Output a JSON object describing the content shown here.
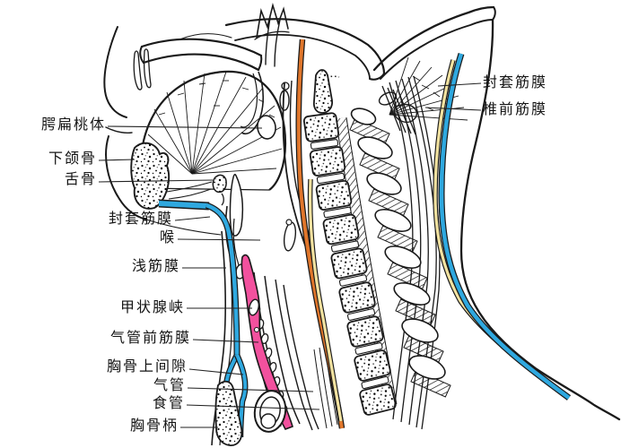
{
  "colors": {
    "fascia_blue": "#2FA8DF",
    "fascia_orange": "#E0762B",
    "fascia_yellow": "#F2E2A0",
    "thyroid_pink": "#F2519E",
    "line_black": "#1A1A1A",
    "paper": "#FFFFFF"
  },
  "labels": {
    "left": [
      {
        "id": "palatine-tonsil",
        "text": "腭扁桃体"
      },
      {
        "id": "mandible",
        "text": "下颌骨"
      },
      {
        "id": "hyoid-bone",
        "text": "舌骨"
      },
      {
        "id": "investing-fascia",
        "text": "封套筋膜"
      },
      {
        "id": "larynx",
        "text": "喉"
      },
      {
        "id": "superficial-fascia",
        "text": "浅筋膜"
      },
      {
        "id": "thyroid-isthmus",
        "text": "甲状腺峡"
      },
      {
        "id": "pretracheal-fascia",
        "text": "气管前筋膜"
      },
      {
        "id": "suprasternal-space",
        "text": "胸骨上间隙"
      },
      {
        "id": "trachea",
        "text": "气管"
      },
      {
        "id": "esophagus",
        "text": "食管"
      },
      {
        "id": "manubrium-sterni",
        "text": "胸骨柄"
      }
    ],
    "right": [
      {
        "id": "investing-fascia-back",
        "text": "封套筋膜"
      },
      {
        "id": "prevertebral-fascia",
        "text": "椎前筋膜"
      }
    ]
  }
}
